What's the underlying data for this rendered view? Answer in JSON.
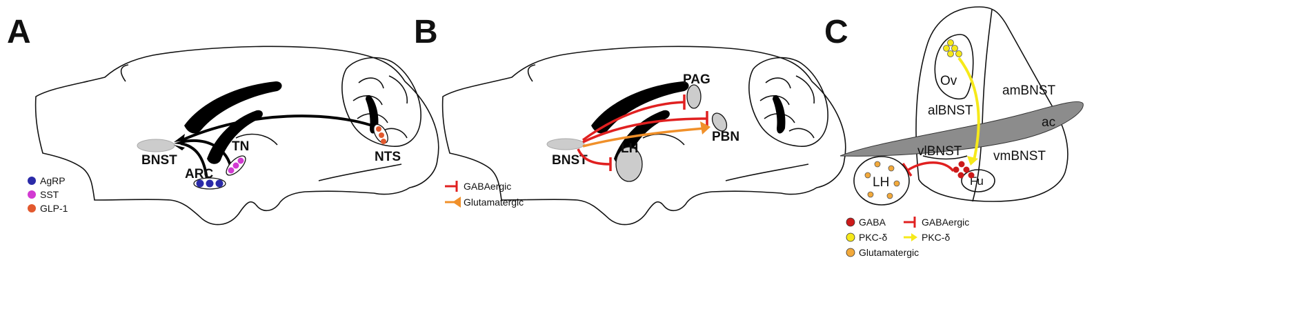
{
  "panels": {
    "a": {
      "letter": "A",
      "labels": {
        "bnst": "BNST",
        "arc": "ARC",
        "tn": "TN",
        "nts": "NTS"
      },
      "legend": [
        {
          "label": "AgRP",
          "color": "#2a2aa8"
        },
        {
          "label": "SST",
          "color": "#d23ad2"
        },
        {
          "label": "GLP-1",
          "color": "#e2592e"
        }
      ]
    },
    "b": {
      "letter": "B",
      "labels": {
        "bnst": "BNST",
        "lh": "LH",
        "pag": "PAG",
        "pbn": "PBN"
      },
      "legend": [
        {
          "label": "GABAergic",
          "color": "#e02020",
          "marker": "bar"
        },
        {
          "label": "Glutamatergic",
          "color": "#f0902a",
          "marker": "triangle"
        }
      ]
    },
    "c": {
      "letter": "C",
      "labels": {
        "ov": "Ov",
        "ambnst": "amBNST",
        "albnst": "alBNST",
        "ac": "ac",
        "vlbnst": "vlBNST",
        "vmbnst": "vmBNST",
        "fu": "Fu",
        "lh": "LH"
      },
      "legend_cells": [
        {
          "label": "GABA",
          "color": "#cc1a1a"
        },
        {
          "label": "PKC-δ",
          "color": "#f6e91a"
        },
        {
          "label": "Glutamatergic",
          "color": "#f2a93b"
        }
      ],
      "legend_arrows": [
        {
          "label": "GABAergic",
          "color": "#e02020",
          "marker": "bar"
        },
        {
          "label": "PKC-δ",
          "color": "#f6e91a",
          "marker": "arrow"
        }
      ]
    }
  },
  "colors": {
    "gaba": "#e02020",
    "glutamatergic": "#f0902a",
    "pkc": "#f6e91a",
    "region_fill": "#cccccc",
    "ac_fill": "#8c8c8c"
  }
}
